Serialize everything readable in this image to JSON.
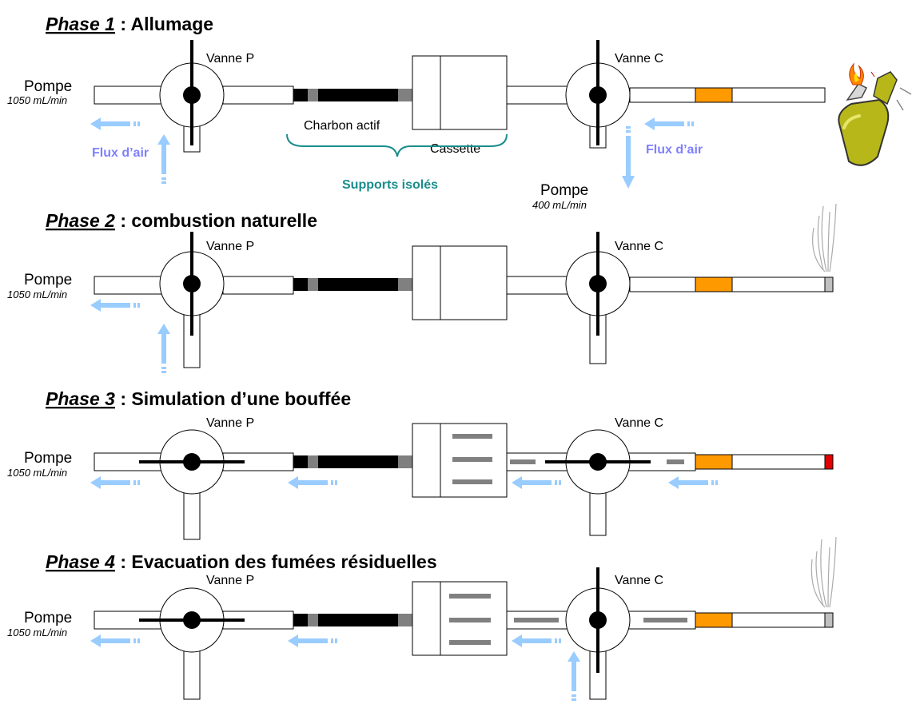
{
  "phases": [
    {
      "number": "Phase 1",
      "separator": " : ",
      "title": "Allumage",
      "valve_p": "Vanne P",
      "valve_c": "Vanne C",
      "pump": "Pompe",
      "pump_rate": "1050 mL/min"
    },
    {
      "number": "Phase 2",
      "separator": " : ",
      "title": "combustion naturelle",
      "valve_p": "Vanne P",
      "valve_c": "Vanne C",
      "pump": "Pompe",
      "pump_rate": "1050 mL/min"
    },
    {
      "number": "Phase 3",
      "separator": " : ",
      "title": "Simulation d’une bouffée",
      "valve_p": "Vanne P",
      "valve_c": "Vanne C",
      "pump": "Pompe",
      "pump_rate": "1050 mL/min"
    },
    {
      "number": "Phase 4",
      "separator": " : ",
      "title": "Evacuation des fumées résiduelles",
      "valve_p": "Vanne P",
      "valve_c": "Vanne C",
      "pump": "Pompe",
      "pump_rate": "1050 mL/min"
    }
  ],
  "phase1_extras": {
    "charbon_actif": "Charbon actif",
    "cassette": "Cassette",
    "supports_isoles": "Supports isolés",
    "flux_air_left": "Flux d’air",
    "flux_air_right": "Flux d’air",
    "pump_c": "Pompe",
    "pump_c_rate": "400 mL/min"
  },
  "colors": {
    "flow_arrow": "#99ccff",
    "flux_label": "#8080ff",
    "supports_label": "#1a8c8c",
    "filter": "#ff9900",
    "charcoal": "#000000",
    "charcoal_end": "#808080",
    "lit_tip": "#e00000",
    "ash_tip": "#c0c0c0",
    "smoke_band": "#808080"
  },
  "icons": {
    "lighter": "lighter-icon",
    "smoke": "smoke-icon"
  }
}
